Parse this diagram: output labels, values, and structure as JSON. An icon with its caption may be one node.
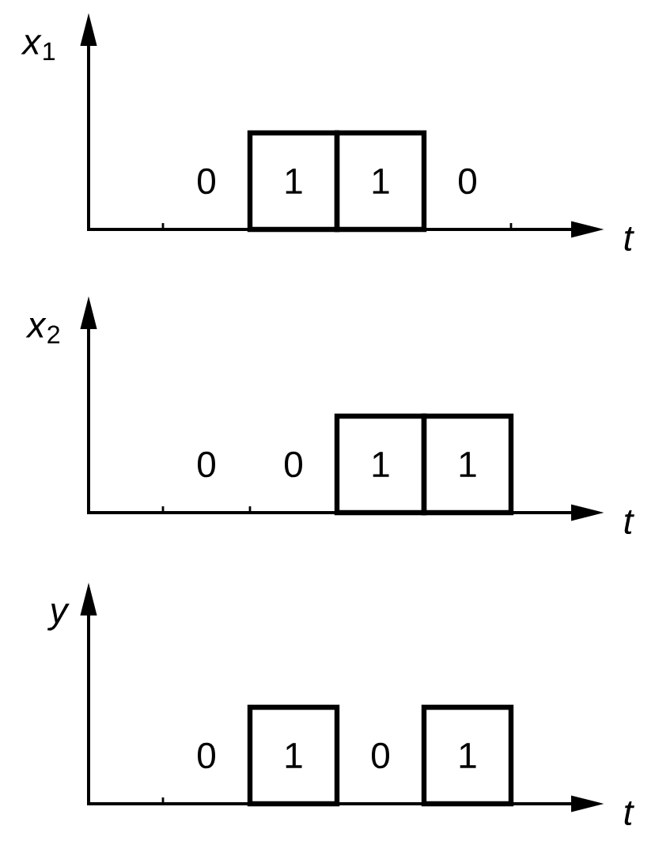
{
  "diagram": {
    "nodes": [
      {
        "text": [
          "1"
        ]
      },
      {
        "text": [
          "1"
        ]
      },
      {
        "text": [
          "1"
        ]
      },
      {
        "text": [
          "1"
        ]
      },
      {
        "text": [
          "1"
        ]
      },
      {
        "text": [
          "1"
        ]
      }
    ],
    "labels": [
      "*x*$_{1}$",
      "0",
      "0",
      "t",
      "*x*$_{2}$",
      "0",
      "0",
      "t",
      "y",
      "0",
      "0",
      "t"
    ]
  }
}
